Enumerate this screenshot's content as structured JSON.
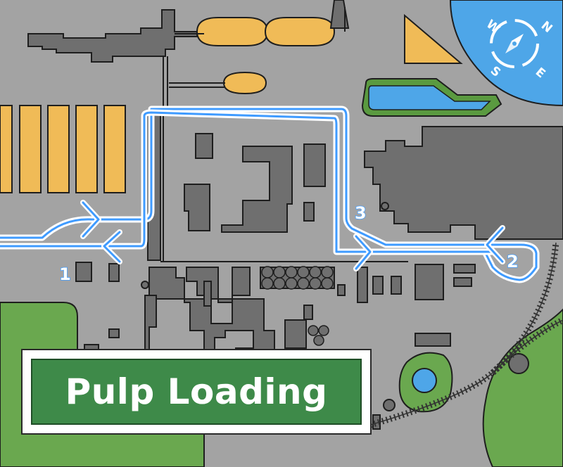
{
  "title": "Pulp Loading",
  "stops": [
    {
      "label": "1"
    },
    {
      "label": "2"
    },
    {
      "label": "3"
    }
  ],
  "compass": {
    "n": "N",
    "e": "E",
    "s": "S",
    "w": "W"
  },
  "colors": {
    "ground": "#a3a3a3",
    "building": "#6f6f6f",
    "outline": "#1e1e1e",
    "tank": "#f0bb57",
    "water": "#4ea6e8",
    "grass": "#6aa84f",
    "route": "#3f9bff",
    "route_glow": "#ffffff",
    "title_bg": "#3e8a49",
    "title_text": "#ffffff"
  }
}
